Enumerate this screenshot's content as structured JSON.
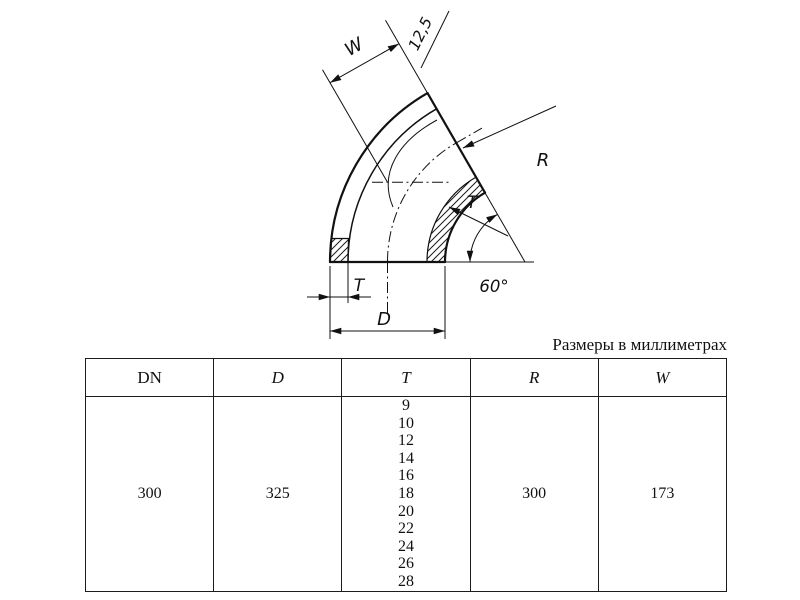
{
  "figure": {
    "labels": {
      "width_w": "W",
      "bevel": "12,5",
      "radius_r": "R",
      "wall_t_leader": "T",
      "angle_60": "60°",
      "wall_t_bottom": "T",
      "outer_d": "D"
    }
  },
  "caption": "Размеры в миллиметрах",
  "table": {
    "columns": [
      {
        "header": "DN",
        "value": "300"
      },
      {
        "header": "D",
        "value": "325"
      },
      {
        "header": "T",
        "value": [
          "9",
          "10",
          "12",
          "14",
          "16",
          "18",
          "20",
          "22",
          "24",
          "26",
          "28"
        ]
      },
      {
        "header": "R",
        "value": "300"
      },
      {
        "header": "W",
        "value": "173"
      }
    ]
  }
}
